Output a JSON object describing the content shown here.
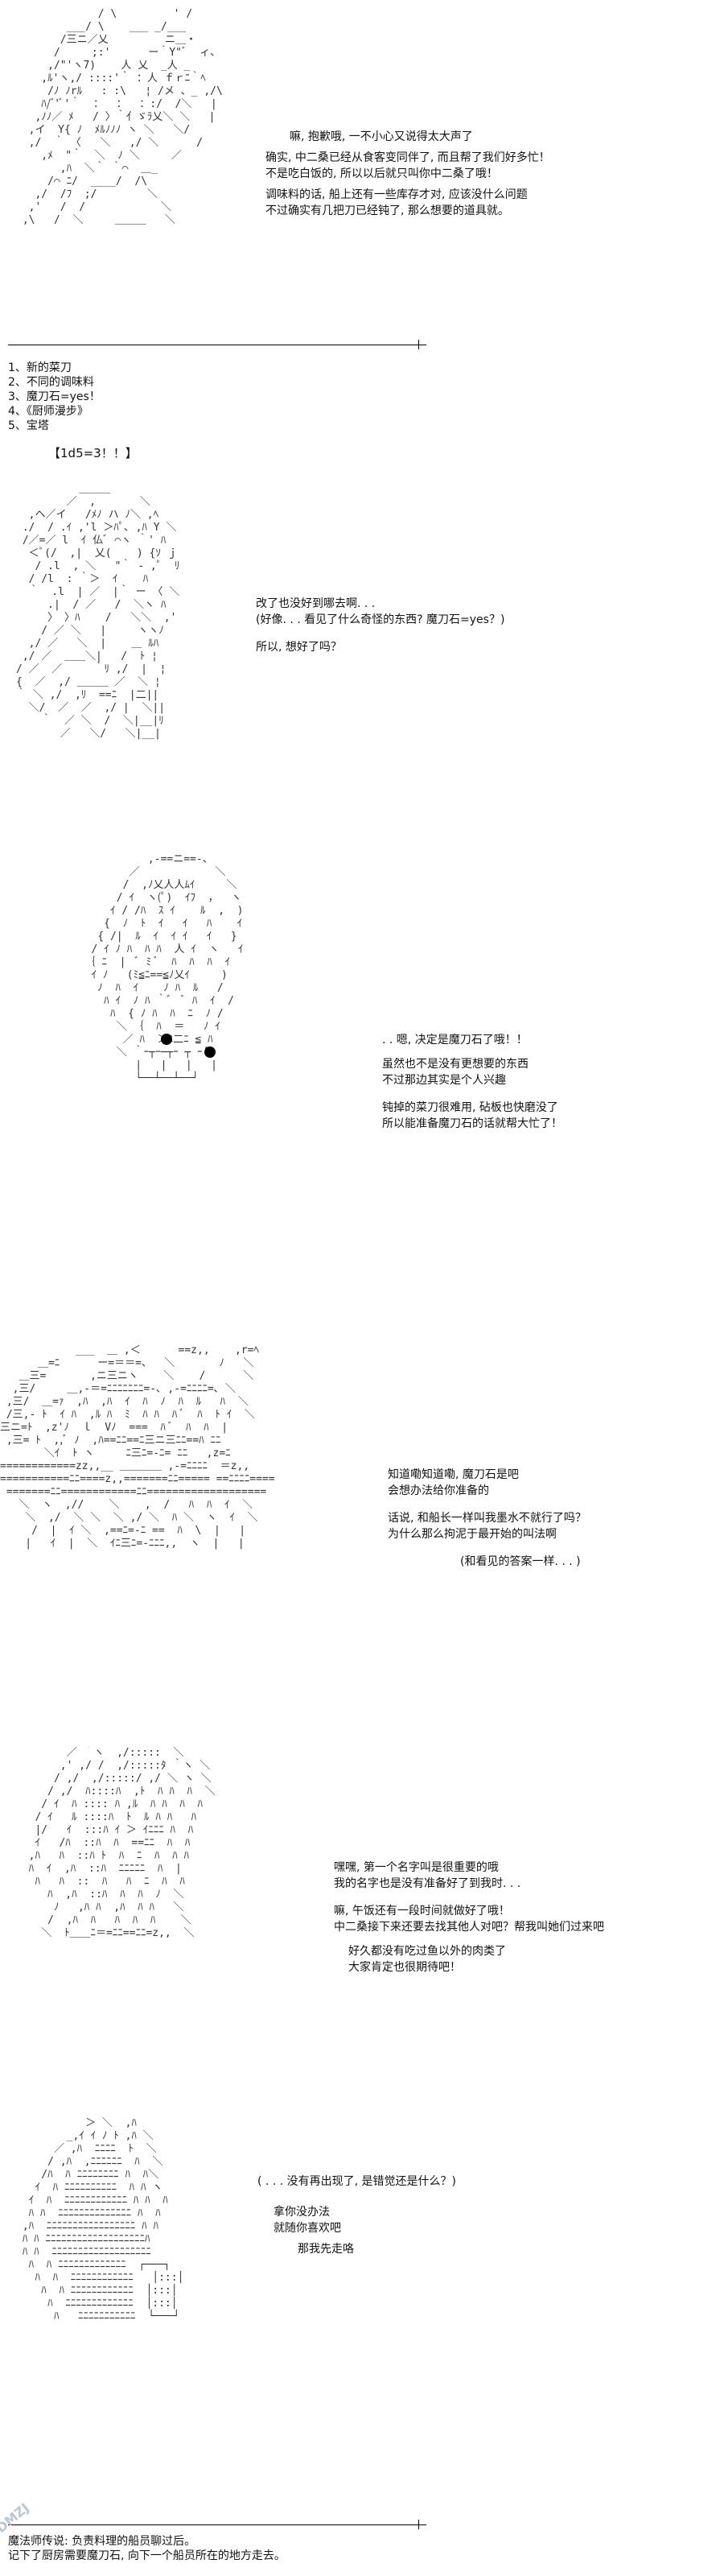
{
  "panel1": {
    "aa": "             / \\         ' /\n        ___/ \\    ___ _/___\n       /三ニ／乂         ニ＿・\n      /     ;:'      ー｀Y\"ﾞ  ィ、\n     ,/\"'ヽ7)    人 乂  _人 _\n    ,ﾙ'ヽ,/ ::::'｀ ：人 ｆｒﾆ｀ﾍ\n     /ﾉ ﾉrﾙ   : :\\   ¦ /メ 、_ ,/\\\n    ﾊ/ﾞ'ﾞ'｀  ：  ：  ：:/  /＼   |\n   ,ﾉﾉ／ ﾒ   / 〉｀亻ゞﾗ乂＼ ＼   |\n  ,イ  Y{ ﾉ  ﾒﾙﾉﾉﾉ ヽ ＼   ＼/\n  ,/  ｀ 〈   ＼   ,/ ＼      /\n    ,ﾒ  \"｀  ＼  ﾉ ＼     ／\n       ,ﾊ  ＼｀ ｀⌒  ＿_\n     /⌒ ﾆ/  ____/  /\\\n   ,/  /ﾌ  ;/        ＼\n  ,'   /  /            ＼\n ,\\   /  ＼     ＿＿＿   ＼",
    "line1": "嘛, 抱歉哦, 一不小心又说得太大声了",
    "line2": "确实, 中二桑已经从食客变同伴了, 而且帮了我们好多忙！",
    "line3": "不是吃白饭的, 所以以后就只叫你中二桑了哦！",
    "line4": "调味料的话, 船上还有一些库存才对, 应该没什么问题",
    "line5": "不过确实有几把刀已经钝了, 那么想要的道具就。"
  },
  "choices": {
    "items": [
      "1、新的菜刀",
      "2、不同的调味料",
      "3、魔刀石=yes！",
      "4、《厨师漫步》",
      "5、宝塔"
    ],
    "roll": "【1d5=3！！】"
  },
  "panel2": {
    "aa": "          ＿＿＿\n        ／  ,       ＼\n  ,ヘ／イ   /ﾒﾉ ハ ﾉ＼ ,ﾍ\n ./  / .ｲ ,'l ＞ﾊﾟ､ ,ﾊ Y ＼\n /／=／ l  ｲ 仏ﾞ ⌒ヽ ｀' ﾊ\n  ＜ﾞ(/  ,|  乂(    ) {ｿ ｊ\n   / .l  , ＼   \"｀ - ,ﾟ  ﾘ\n  / /l  : ｀＞  ｲ    ﾊ\n  ｀  .l  | ／  |｀ ー 〈 ＼\n     .|  / ／   /  ＼ヽ ﾊ\n     〉 〉ﾊ    /   ＼＼  ,'\n    / ／ ＼   |     ヽヽﾉ\n  ,/ ／   ＼  |    ＿ ﾙﾊ\n ,/ ／  ＿＿＼|   /  ﾄ ¦\n/ ／  ／     ｀ﾘ ,/  |  ¦\n{  ／  ,/ ＿＿＿ ／  ＼ ¦\n｀ ＼ ,/  ,ﾘ  ==ﾆ  |二||\n  ＼/  ／  ／  ,/ |  ＼||\n    ｀  ／ ＼  /  ＼|__|ﾘ\n       ／   ＼/   ＼|__|",
    "line1": "改了也没好到哪去啊. . .",
    "line2": "(好像. . . 看见了什么奇怪的东西? 魔刀石=yes？)",
    "line3": "所以, 想好了吗？"
  },
  "panel3": {
    "aa": "            ,-==ニ==-、\n         ／            ＼\n        /  ,ﾉ乂人人ﾑｲ     ＼\n       / ｲ  ヽ(ﾟ)  ｲﾌ  ，  ヽ\n      ｲ / /ﾊ  ｽ ｲ    ﾙ  ,  )\n     {  ﾉ  ﾄ  ｲ   ｲ   ﾊ    ｲ\n    { /|  ﾙ  ｲ  ｲ ｲ   ｲ   }\n   / ｲ ﾉ ﾊ  ﾊ ﾊ  人 ｲ  ヽ   ｲ\n  ｛ ﾆ  |  ﾞ ﾐ ﾞ  ﾊ  ﾊ  ﾊ  ｲ\n   ｲ ﾉ   (ﾐ≦ﾆ==≦ﾉ乂ｲ     )\n    ﾉ  ﾊ  ｲ    ﾉ ﾊ  ﾙ   /\n     ﾊ ｲ  ﾉ ﾊ ｀ﾞ  ﾞ ﾊ  ｲ  /\n      ﾊ  { ﾉ ﾊ  ﾊ  ﾆ  ﾉ /\n       ＼ ｛  ﾊ  ＝   ﾉ ｲ\n        ／ ﾊ  ＞ﾆ二ﾆ ≦ ﾊ\n       ＼ ｀ｰ┬ｰ─┬ｰ ┬ ｰ´\n          |   |   |   |\n          └──┴──┴──┘",
    "line1": ". . 嗯, 决定是魔刀石了哦！！",
    "line2": "虽然也不是没有更想要的东西",
    "line3": "不过那边其实是个人兴趣",
    "line4": "钝掉的菜刀很难用, 砧板也快磨没了",
    "line5": "所以能准备魔刀石的话就帮大忙了！"
  },
  "panel4": {
    "aa": "            ___  ＿ ,＜￣￣￣ ==z,,    ,r=ﾍ\n      ＿=ﾆ      ー=＝＝=、  ＼       ﾉ   ＼\n   ＿三=       ,ニ三ニヽ    ＼    /      ＼\n  ,三/     ＿,-＝=ﾆﾆﾆﾆﾆﾆﾆ=-､ ,-=ﾆﾆﾆﾆ=､ ＼\n ,三/  ＿=ｧ  ,ﾊ  ,ﾊ  ｲ  ﾊ  ﾉ  ﾊ  ﾙ   ﾊ  ＼\n /三,- ﾄ  ｲ ﾊ  ,ﾙ ﾊ  ﾐ  ﾊ ﾊ  ﾊ ﾞ  ﾊ  ﾄ ｲ  ＼\n三ニ=ﾄ  ,z'ﾉ  ｌ  Vﾉ  ===  ﾊ ﾞ  ﾊ  ﾊ  |\n ,三= ﾄ  ,,ﾞ ﾉ  ,ﾊ==ﾆﾆ==ﾆ三ニ三ﾆﾆ==ﾊ ﾆﾆ\n       ＼ｲ  ﾄ ヽ     ﾆ三ﾆ=-ﾆ= ﾆﾆ   ,z=ﾆ\n============zz,,__ ＿＿＿＿ ,-=ﾆﾆﾆﾆ  ＝z,,\n===========ﾆﾆ====z,,=======ﾆﾆ===== ==ﾆﾆﾆﾆ====\n =======ﾆﾆ============ﾆﾆ===================\n   ＼  ヽ  ,//    ＼    ,  /   ﾊ  ﾊ  ｲ  ＼\n    ＼  ,/  ＼ ＼  ＼ ,/ ＼  ﾊ ＼  ヽ  ｲ  ＼\n     /  |  ｲ ＼  ,==ﾆ=-ﾆ ==  ﾊ  \\  |   |\n    |   ｲ  |  ＼  ｲﾆ三ﾆ=-ﾆﾆﾆ,,  ヽ  |   |",
    "line1": "知道嘞知道嘞, 魔刀石是吧",
    "line2": "会想办法给你准备的",
    "line3": "话说, 和船长一样叫我墨水不就行了吗？",
    "line4": "为什么那么拘泥于最开始的叫法啊",
    "line5": "(和看见的答案一样. . . )"
  },
  "panel5": {
    "aa": "        ／ ｀ヽ  ,/:::::  ＼\n       ,' ,/ /  ,/:::::ﾀ ｀ヽ ＼\n      / ,/  ,/:::::/ ,/ ＼ ヽ ＼\n     / ,/  ﾊ::::ﾊ  ,ﾄ  ﾊ ﾊ  ﾊ  ＼\n    / ｲ  ﾊ :::: ﾊ ,ﾙ  ﾊ ﾊ  ﾊ  ﾊ\n   / ｲ   ﾙ ::::ﾊ  ﾄ  ﾙ ﾊ ﾊ   ﾊ\n   |/   ｲ  :::ﾊ ｲ ＞ ｲﾆﾆﾆ ﾊ  ﾊ\n   ｲ   /ﾊ  ::ﾊ  ﾊ  ==ﾆﾆ  ﾊ  ﾊ\n  ,ﾊ   ﾊ  ::ﾊ ﾄ  ﾊ  ﾆ  ﾊ  ﾊ ﾊ\n  ﾊ  ｲ  ,ﾊ  ::ﾊ  ﾆﾆﾆﾆﾆ  ﾊ  |\n   ﾊ   ﾊ  ::  ﾊ   ﾊ  ﾆ  ﾊ  ﾊ\n     ﾊ  ,ﾊ  ::ﾊ  ﾊ  ﾊ  ﾉ  ＼\n      ﾉ   ,ﾊ ﾊ  ,ﾊ  ﾊ ﾊ   ＼\n     /  ,ﾊ  ﾊ   ﾊ  ﾊ  ﾊ    ＼\n    ＼  ﾄ＿＿ﾆ＝=ﾆﾆ==ﾆﾆ=z,,  ＼",
    "line1": "嘿嘿, 第一个名字叫是很重要的哦",
    "line2": "我的名字也是没有准备好了到我时. . .",
    "line3": "嘛, 午饭还有一段时间就做好了哦！",
    "line4": "中二桑接下来还要去找其他人对吧？帮我叫她们过来吧",
    "line5": "好久都没有吃过鱼以外的肉类了",
    "line6": "大家肯定也很期待吧！"
  },
  "panel6": {
    "aa": "           ＞ ＼  ,ﾊ\n        _,ｲ ｲ ﾉ ﾄ ,ﾊ ＼\n      ／ ,ﾊ  ﾆﾆﾆﾆ  ﾄ  ＼\n     / ,ﾊ  ,ﾆﾆﾆﾆﾆﾆ  ﾊ  ＼\n    /ﾊ  ﾊ ﾆﾆﾆﾆﾆﾆﾆﾆ ﾊ  ﾊ＼\n   ｲ  ﾊ ﾆﾆﾆﾆﾆﾆﾆﾆﾆﾆ  ﾊ ﾊ ヽ\n  ｲ  ﾊ  ﾆﾆﾆﾆﾆﾆﾆﾆﾆﾆﾆﾆ ﾊ ﾊ  ﾊ\n  ﾊ ﾊ  ﾆﾆﾆﾆﾆﾆﾆﾆﾆﾆﾆﾆﾆﾆ ﾊ  ﾊ\n ,ﾊ  ﾆﾆﾆﾆﾆﾆﾆﾆﾆﾆﾆﾆﾆﾆﾆﾆﾆ ﾊ ﾊ\n ﾊ ﾊ ﾆﾆﾆﾆﾆﾆﾆﾆﾆﾆﾆﾆﾆﾆﾆﾆﾆﾆﾆﾊ\n ﾊ ﾊ  ﾆﾆﾆﾆﾆﾆﾆﾆﾆﾆﾆﾆﾆﾆﾆﾆﾆﾆﾆ\n  ﾊ  ﾊ ﾆﾆﾆﾆﾆﾆﾆﾆﾆﾆﾆﾆﾆ  ┌───┐\n   ﾊ  ﾊ  ﾆﾆﾆﾆﾆﾆﾆﾆﾆﾆﾆﾆ   │:::│\n    ﾊ  ﾊ ﾆﾆﾆﾆﾆﾆﾆﾆﾆﾆﾆﾆ  │:::│\n     ﾊ  ﾆﾆﾆﾆﾆﾆﾆﾆﾆﾆﾆﾆﾆ  │:::│\n      ﾊ   ﾆﾆﾆﾆﾆﾆﾆﾆﾆﾆﾆ  └───┘",
    "line1": "( . . . 没有再出现了, 是错觉还是什么？)",
    "line2": "拿你没办法",
    "line3": "就随你喜欢吧",
    "line4": "那我先走咯"
  },
  "caption": {
    "line1": "魔法师传说: 负责料理的船员聊过后。",
    "line2": "记下了厨房需要魔刀石, 向下一个船员所在的地方走去。"
  },
  "watermark": "DMZJ"
}
